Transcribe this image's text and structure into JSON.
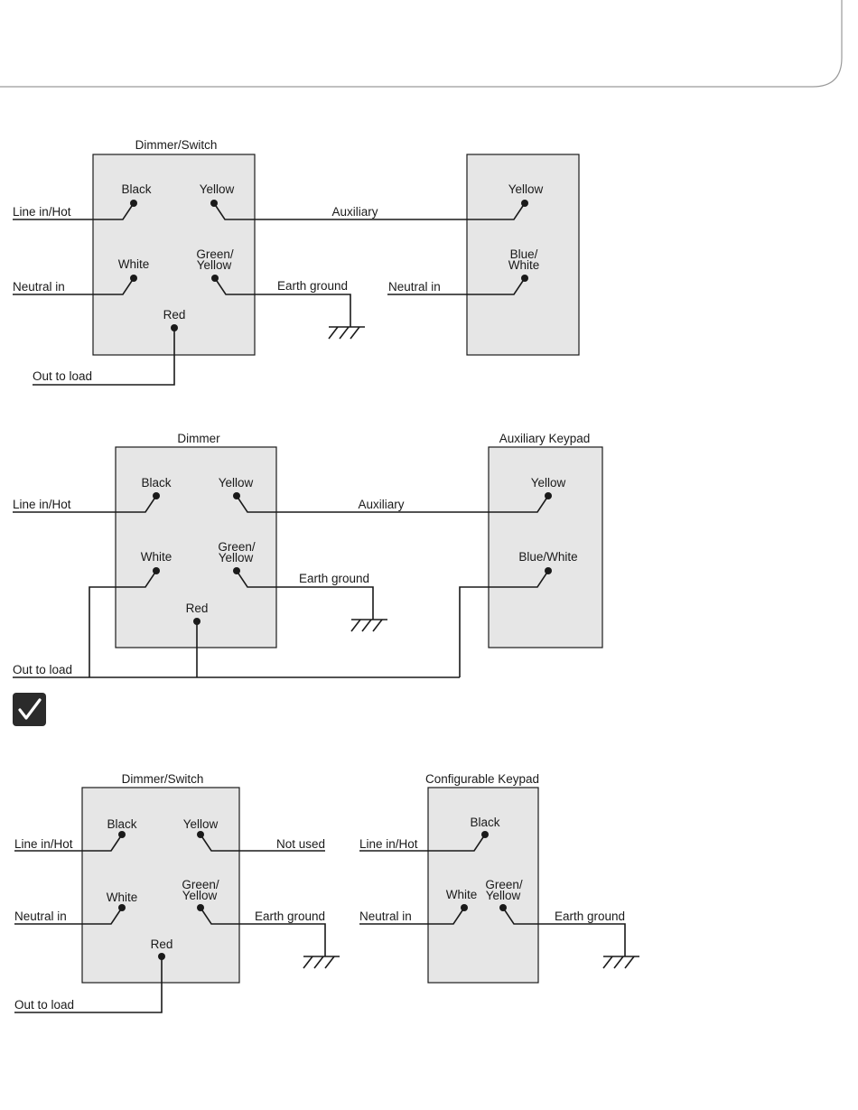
{
  "diagram1": {
    "dimmer_title": "Dimmer/Switch",
    "aux_title": "",
    "labels": {
      "black": "Black",
      "yellow": "Yellow",
      "white": "White",
      "green_yellow_1": "Green/",
      "green_yellow_2": "Yellow",
      "red": "Red",
      "aux_yellow": "Yellow",
      "aux_bw_1": "Blue/",
      "aux_bw_2": "White"
    },
    "wires": {
      "line_in": "Line in/Hot",
      "neutral_in": "Neutral in",
      "out_to_load": "Out to load",
      "auxiliary": "Auxiliary",
      "earth_ground": "Earth ground",
      "aux_neutral_in": "Neutral in"
    }
  },
  "diagram2": {
    "dimmer_title": "Dimmer",
    "aux_title": "Auxiliary Keypad",
    "labels": {
      "black": "Black",
      "yellow": "Yellow",
      "white": "White",
      "green_yellow_1": "Green/",
      "green_yellow_2": "Yellow",
      "red": "Red",
      "aux_yellow": "Yellow",
      "aux_bw": "Blue/White"
    },
    "wires": {
      "line_in": "Line in/Hot",
      "out_to_load": "Out to load",
      "auxiliary": "Auxiliary",
      "earth_ground": "Earth ground"
    }
  },
  "diagram3": {
    "dimmer_title": "Dimmer/Switch",
    "keypad_title": "Configurable Keypad",
    "labels": {
      "black": "Black",
      "yellow": "Yellow",
      "white": "White",
      "green_yellow_1": "Green/",
      "green_yellow_2": "Yellow",
      "red": "Red",
      "kp_black": "Black",
      "kp_white": "White",
      "kp_gy_1": "Green/",
      "kp_gy_2": "Yellow"
    },
    "wires": {
      "line_in": "Line in/Hot",
      "neutral_in": "Neutral in",
      "out_to_load": "Out to load",
      "not_used": "Not used",
      "earth_ground": "Earth ground",
      "kp_line_in": "Line in/Hot",
      "kp_neutral_in": "Neutral in",
      "kp_earth_ground": "Earth ground"
    }
  },
  "check_icon": "checkmark-icon",
  "colors": {
    "box_fill": "#e6e6e6",
    "ink": "#1a1a1a",
    "checkbox": "#2b2b2b"
  }
}
